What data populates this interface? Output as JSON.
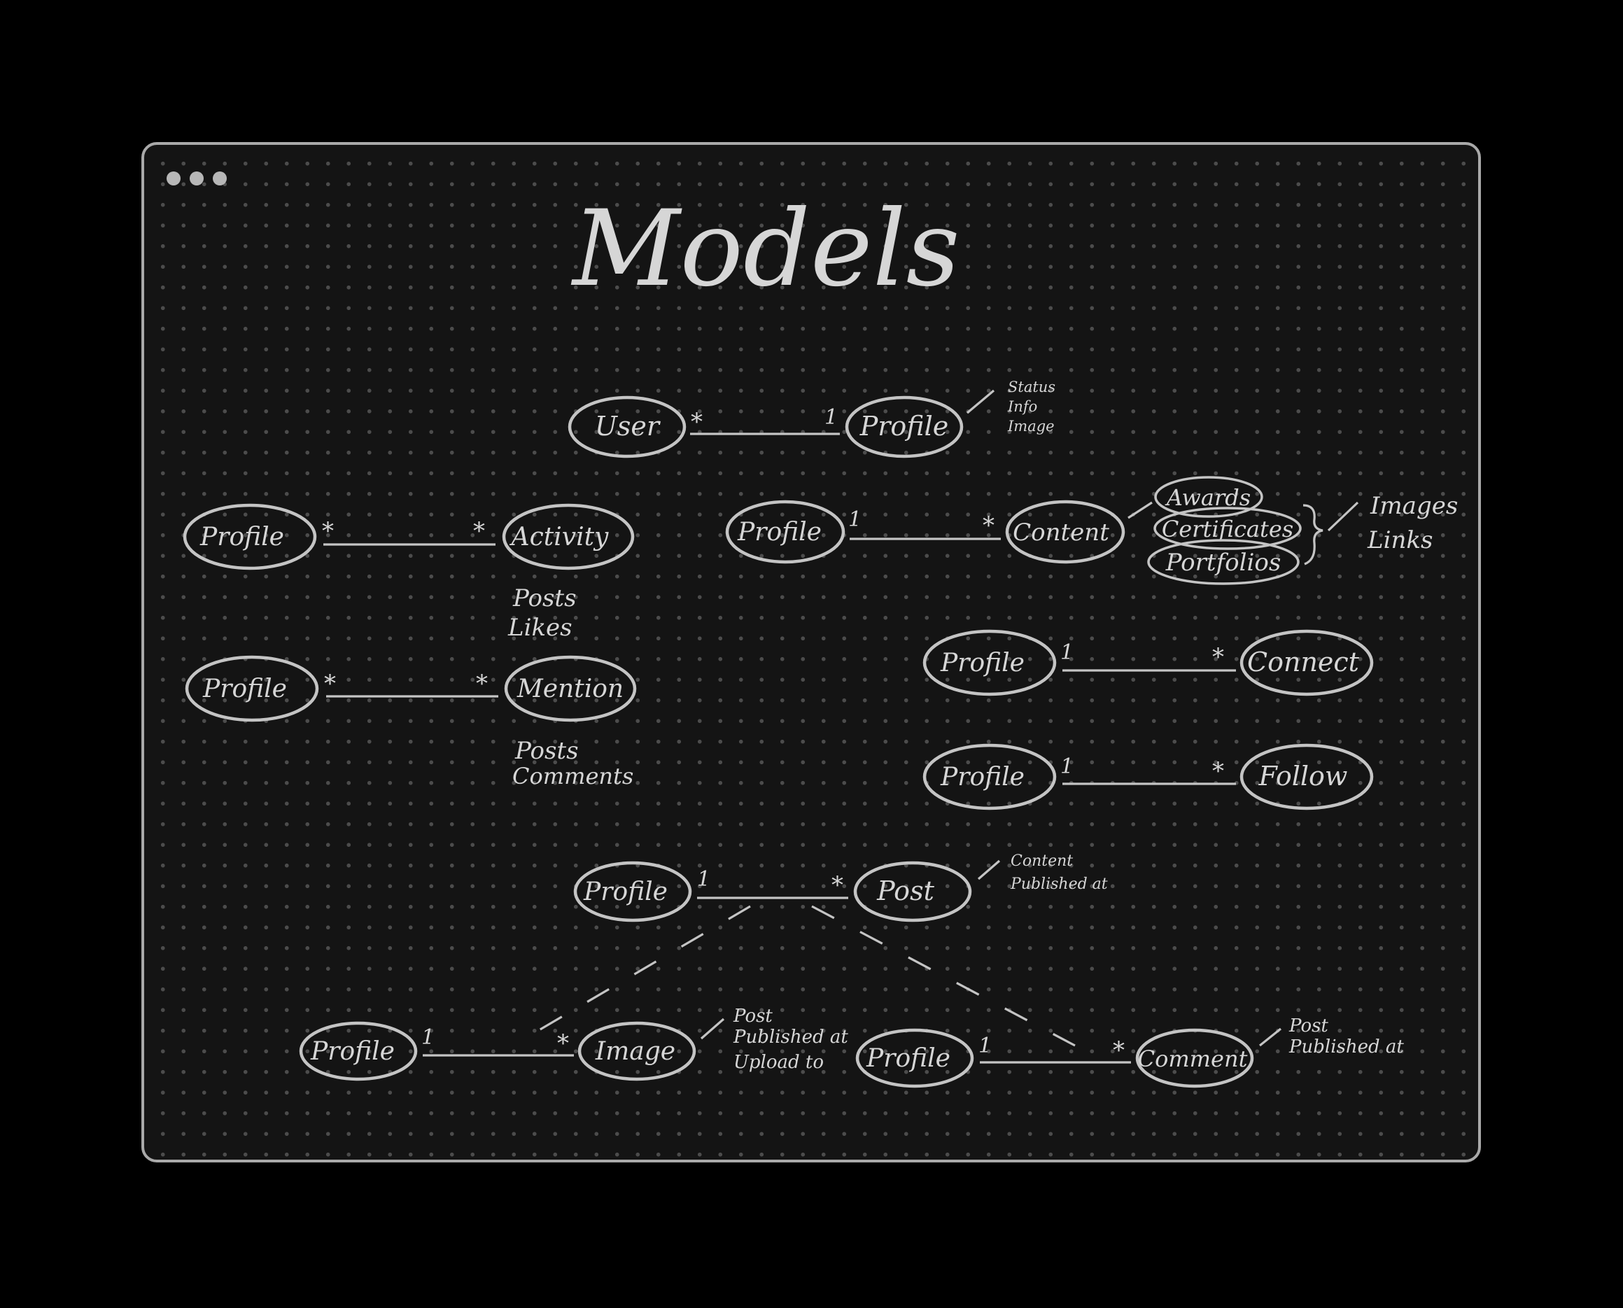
{
  "window": {
    "control_dots": [
      "window-dot",
      "window-dot",
      "window-dot"
    ]
  },
  "diagram": {
    "title": "Models",
    "groups": {
      "user_profile": {
        "left": "User",
        "right": "Profile",
        "left_mult": "*",
        "right_mult": "1",
        "notes": [
          "Status",
          "Info",
          "Image"
        ]
      },
      "activity": {
        "left": "Profile",
        "right": "Activity",
        "left_mult": "*",
        "right_mult": "*",
        "notes": [
          "Posts",
          "Likes"
        ]
      },
      "mention": {
        "left": "Profile",
        "right": "Mention",
        "left_mult": "*",
        "right_mult": "*",
        "notes": [
          "Posts",
          "Comments"
        ]
      },
      "content": {
        "left": "Profile",
        "right": "Content",
        "left_mult": "1",
        "right_mult": "*",
        "subtypes": [
          "Awards",
          "Certificates",
          "Portfolios"
        ],
        "notes": [
          "Images",
          "Links"
        ]
      },
      "connect": {
        "left": "Profile",
        "right": "Connect",
        "left_mult": "1",
        "right_mult": "*"
      },
      "follow": {
        "left": "Profile",
        "right": "Follow",
        "left_mult": "1",
        "right_mult": "*"
      },
      "post": {
        "left": "Profile",
        "right": "Post",
        "left_mult": "1",
        "right_mult": "*",
        "notes": [
          "Content",
          "Published at"
        ]
      },
      "image": {
        "left": "Profile",
        "right": "Image",
        "left_mult": "1",
        "right_mult": "*",
        "notes": [
          "Post",
          "Published at",
          "Upload to"
        ]
      },
      "comment": {
        "left": "Profile",
        "right": "Comment",
        "left_mult": "1",
        "right_mult": "*",
        "notes": [
          "Post",
          "Published at"
        ]
      }
    }
  },
  "colors": {
    "background": "#000000",
    "board": "#141414",
    "board_border": "#a9a9a9",
    "grid_dot": "#4c4c4c",
    "ink": "#d6d6d6"
  }
}
